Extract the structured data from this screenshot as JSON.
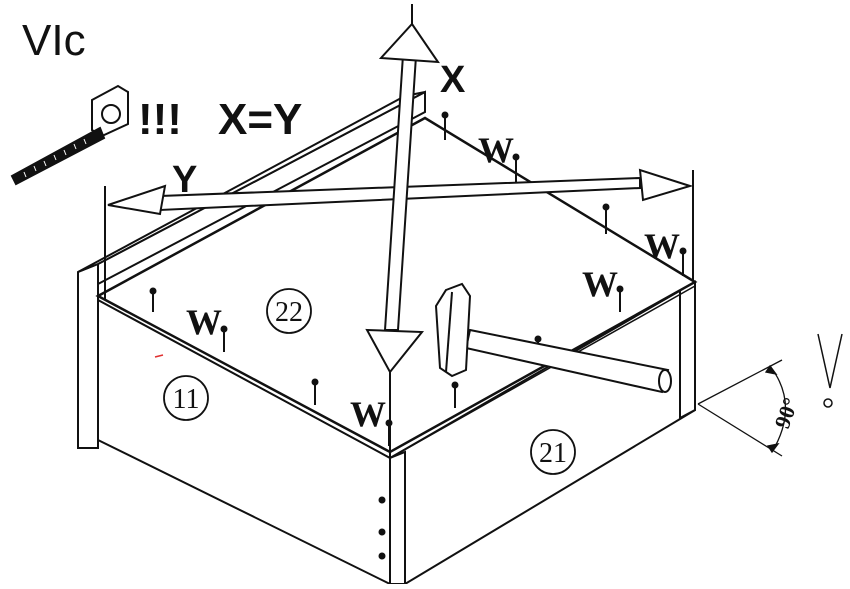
{
  "step_label": "VIc",
  "attention_mark": "!!!",
  "equation": "X=Y",
  "axis_x_label": "X",
  "axis_y_label": "Y",
  "nail_label": "W",
  "part_top_panel": "22",
  "part_front_panel": "11",
  "part_right_panel": "21",
  "angle_label": "90°",
  "icons": [
    "tape-measure-icon",
    "hammer-icon",
    "nail-icon",
    "set-square-icon"
  ]
}
